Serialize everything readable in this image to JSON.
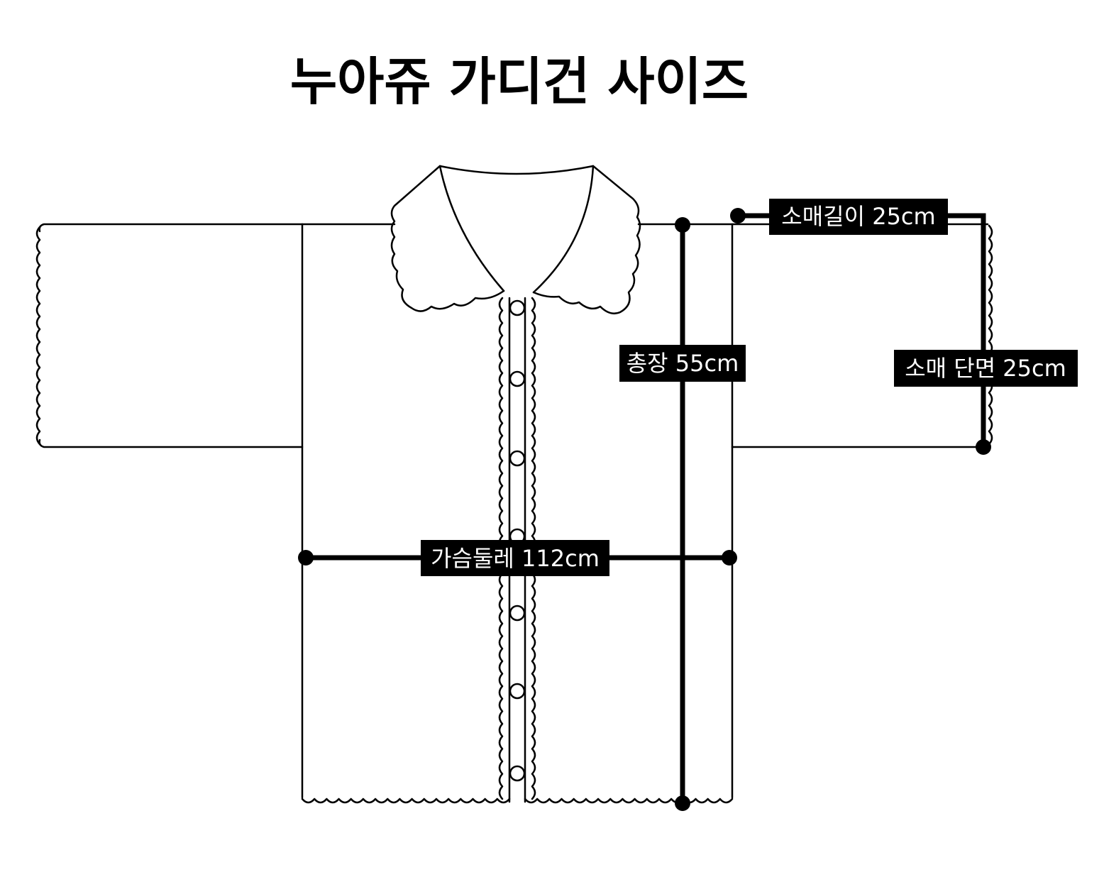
{
  "title": "누아쥬 가디건 사이즈",
  "measurements": {
    "sleeve_length": "소매길이 25cm",
    "total_length": "총장 55cm",
    "sleeve_width": "소매 단면 25cm",
    "chest": "가슴둘레 112cm"
  },
  "colors": {
    "line": "#000000",
    "label_bg": "#000000",
    "label_text": "#ffffff",
    "background": "#ffffff"
  }
}
